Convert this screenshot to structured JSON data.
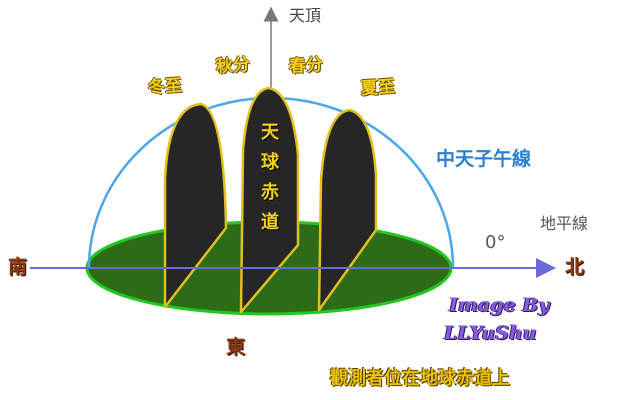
{
  "labels": {
    "zenith": "天頂",
    "autumn_equinox": "秋分",
    "spring_equinox": "春分",
    "winter_solstice": "冬至",
    "summer_solstice": "夏至",
    "celestial_equator": [
      "天",
      "球",
      "赤",
      "道"
    ],
    "meridian": "中天子午線",
    "horizon": "地平線",
    "zero_degree": "0°",
    "south": "南",
    "north": "北",
    "east": "東",
    "credit_line1": "Image By",
    "credit_line2": "LLYuShu",
    "observer_note": "觀測者位在地球赤道上"
  },
  "colors": {
    "ground": "#2e6b17",
    "ground_edge": "#22c722",
    "dome": "#4aa8e8",
    "arc_fill": "#262626",
    "arc_edge": "#e2bf1c",
    "axis": "#6a6ad8"
  }
}
